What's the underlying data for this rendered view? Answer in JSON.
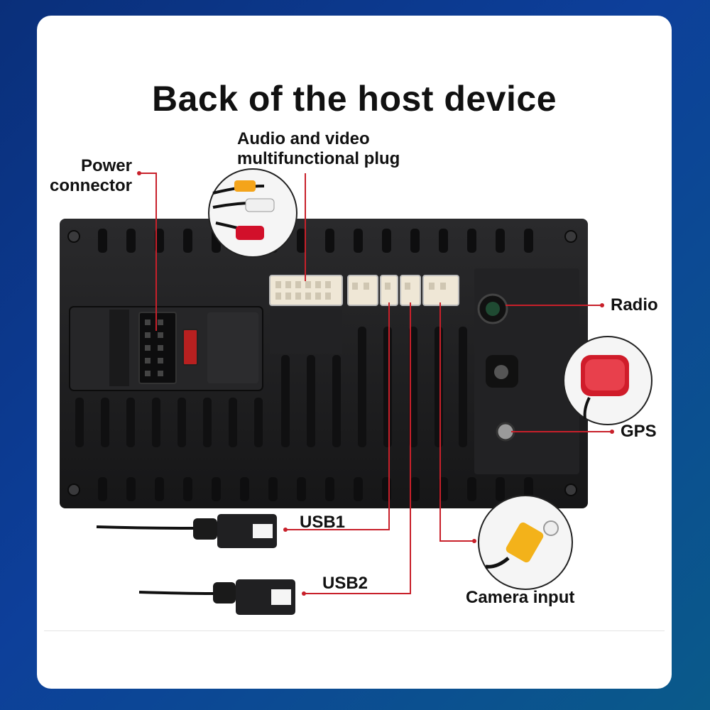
{
  "title": "Back of the host device",
  "labels": {
    "power": [
      "Power",
      "connector"
    ],
    "av": [
      "Audio and video",
      "multifunctional plug"
    ],
    "radio": "Radio",
    "gps": "GPS",
    "usb1": "USB1",
    "usb2": "USB2",
    "camera": "Camera input"
  },
  "colors": {
    "leader": "#c8202a",
    "device": "#1c1c1e",
    "background": "#0d3f9a"
  }
}
